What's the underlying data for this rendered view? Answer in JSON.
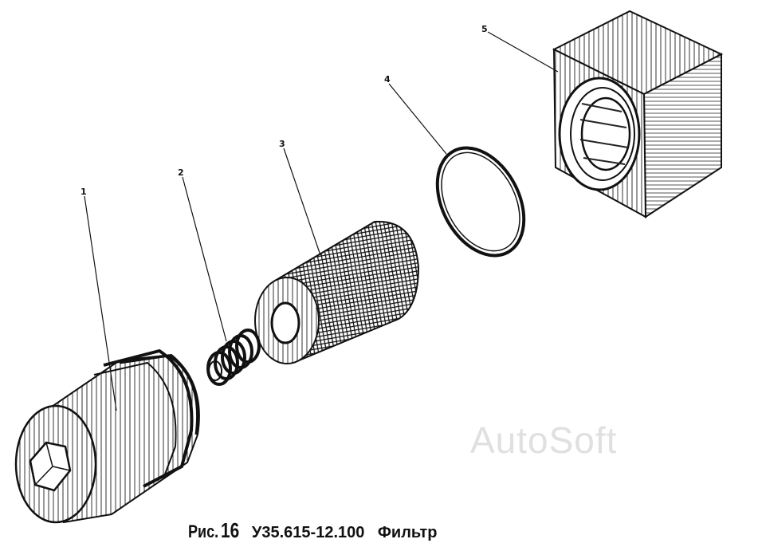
{
  "callouts": [
    "1",
    "2",
    "3",
    "4",
    "5"
  ],
  "watermark": "AutoSoft",
  "caption": {
    "figure_label": "Рис.",
    "figure_number": "16",
    "code": "У35.615-12.100",
    "title": "Фильтр"
  },
  "colors": {
    "ink": "#111111",
    "paper": "#ffffff",
    "watermark": "#e0e0e0"
  }
}
